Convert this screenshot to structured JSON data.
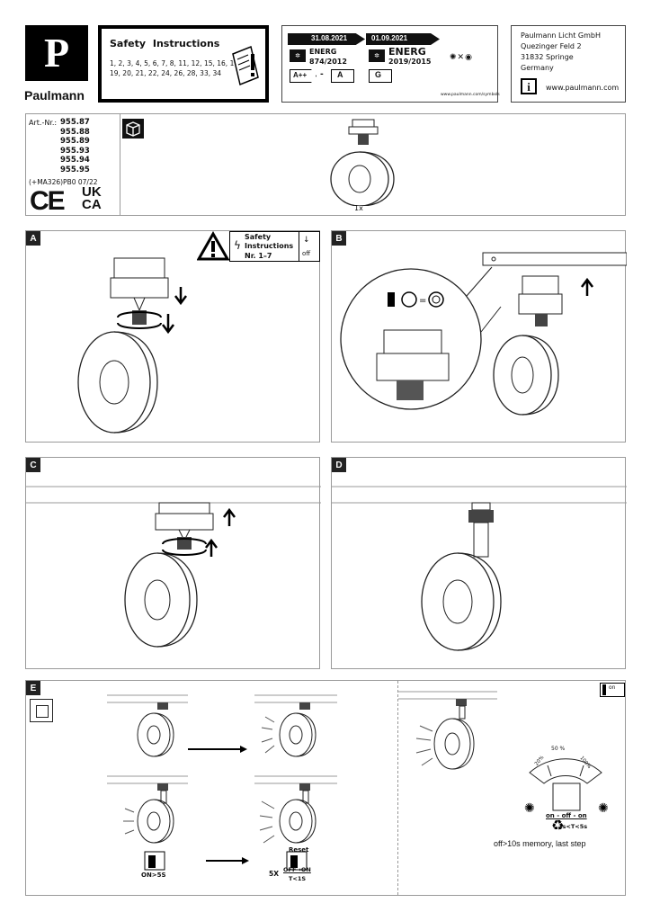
{
  "brand": {
    "logo_letter": "P",
    "name": "Paulmann"
  },
  "safety": {
    "title": "Safety Instructions",
    "pages_line1": "1, 2, 3, 4, 5, 6, 7, 8, 11, 12, 15, 16, 17",
    "pages_line2": "19, 20, 21, 22, 24, 26, 28, 33, 34"
  },
  "energy": {
    "date_old": "31.08.2021",
    "date_new": "01.09.2021",
    "label_word": "ENERG",
    "reg_old": "874/2012",
    "reg_new": "2019/2015",
    "class_from": "A++",
    "dash": "-",
    "class_to": "A",
    "class_new": "G",
    "url": "www.paulmann.com/symbols"
  },
  "company": {
    "name": "Paulmann Licht GmbH",
    "street": "Quezinger Feld 2",
    "city": "31832 Springe",
    "country": "Germany",
    "web": "www.paulmann.com"
  },
  "articles": {
    "prefix": "Art.-Nr.:",
    "numbers": [
      "955.87",
      "955.88",
      "955.89",
      "955.93",
      "955.94",
      "955.95"
    ],
    "code": "(+MA326)PB0 07/22",
    "ce": "CE",
    "ukca1": "UK",
    "ukca2": "CA"
  },
  "contents": {
    "qty": "1x"
  },
  "steps": {
    "a": "A",
    "b": "B",
    "c": "C",
    "d": "D",
    "e": "E"
  },
  "stepA": {
    "safety_title1": "Safety",
    "safety_title2": "Instructions",
    "safety_nr": "Nr. 1–7",
    "off": "off"
  },
  "stepE": {
    "on_label": "ON>5S",
    "reset": "Reset",
    "times": "5X",
    "off_on": "OFF→ON",
    "t_cond": "T<1S",
    "pct50": "50 %",
    "pct20": "20%",
    "pct100": "100%",
    "seq": "on - off - on",
    "seq_cond": "1s<T<5s",
    "memory_note": "off>10s memory, last step",
    "on_tag": "on"
  }
}
